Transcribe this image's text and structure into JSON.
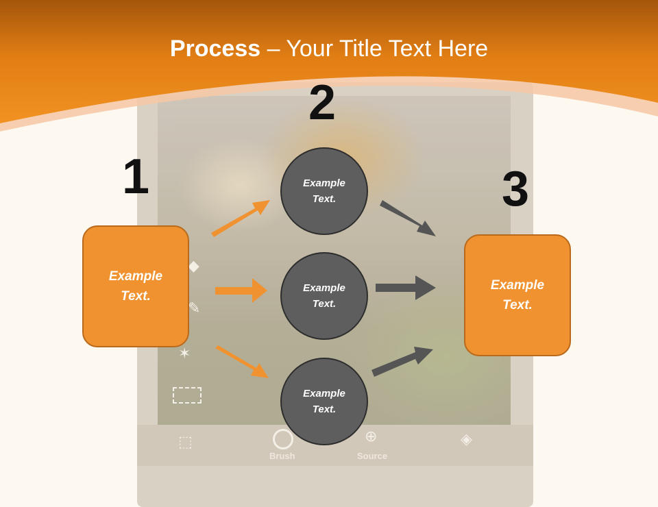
{
  "title": {
    "bold": "Process",
    "rest": " – Your Title Text Here"
  },
  "steps": {
    "n1": "1",
    "n2": "2",
    "n3": "3"
  },
  "left_box": {
    "line1": "Example",
    "line2": "Text."
  },
  "right_box": {
    "line1": "Example",
    "line2": "Text."
  },
  "circles": [
    {
      "line1": "Example",
      "line2": "Text."
    },
    {
      "line1": "Example",
      "line2": "Text."
    },
    {
      "line1": "Example",
      "line2": "Text."
    }
  ],
  "phone_toolbar": {
    "brush": "Brush",
    "source": "Source"
  },
  "colors": {
    "accent_orange": "#f0922f",
    "header_orange": "#e8851c",
    "circle_gray": "#5e5e5e",
    "gray_arrow": "#555555",
    "background": "#fdf9f1"
  },
  "icons": {
    "toolbar": [
      "eraser-icon",
      "brush-circle-icon",
      "source-crosshair-icon",
      "layers-add-icon"
    ],
    "side": [
      "eraser-icon",
      "pencil-icon",
      "magic-wand-icon",
      "marquee-select-icon"
    ]
  }
}
